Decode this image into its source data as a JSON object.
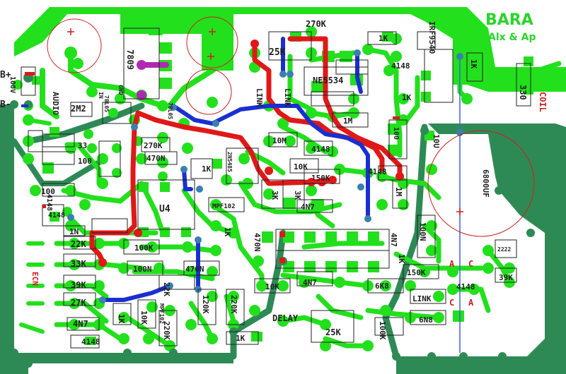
{
  "board": {
    "brand_title": "BARA",
    "brand_subtitle": "Alx & Ap",
    "colors": {
      "copper": "#22e01c",
      "ground_fill": "#2e8a55",
      "red_jumper": "#e01818",
      "blue_jumper": "#1a2fd0",
      "magenta_jumper": "#b02ab0",
      "silk": "#1f1f1f",
      "silk_red": "#cc2020"
    }
  },
  "labels": {
    "b_plus": "B+",
    "b_minus": "B-",
    "audio": "AUDIO",
    "q_100v": "100V",
    "r_2m2": "2M2",
    "r_33": "33",
    "r_100a": "100",
    "r_100b": "100",
    "c_1n": "1N",
    "r_22k_a": "22K",
    "r_33k": "33K",
    "r_39k": "39K",
    "r_27k": "27K",
    "c_4n7_a": "4N7",
    "d_4148_a": "4148",
    "d_4148_b": "4148",
    "ic_7809": "7809",
    "ic_78l05_a": "78L05",
    "ic_78l05_b": "78L05",
    "r_270k_a": "270K",
    "c_470n_a": "470N",
    "r_1k_a": "1K",
    "ic_u4": "U4",
    "r_100k_a": "100K",
    "c_100n_a": "100N",
    "c_470n_b": "470N",
    "r_1k_b": "1K",
    "r_10k_a": "10K",
    "ic_mpf102_a": "MPF102",
    "r_220k": "220K",
    "r_120k": "120K",
    "r_220k_b": "220K",
    "q_2n5485": "2N5485",
    "ic_mpf102_b": "MPF102",
    "r_1k_c": "1K",
    "r_270k_b": "270K",
    "pot_25k_a": "25K",
    "link_a": "LINK",
    "link_b": "LINK",
    "ic_ne5534": "NE5534",
    "r_1k_d": "1K",
    "q_irf9540": "IRF9540",
    "r_1k_e": "1K",
    "d_4148_c": "4148",
    "r_1k_f": "1K",
    "r_330": "330",
    "coil": "COIL",
    "c_100_b": "100",
    "r_1m_a": "1M",
    "r_10m": "10M",
    "d_4148_d": "4148",
    "r_10k_b": "10K",
    "r_3k_a": "3K",
    "r_3k_b": "3K",
    "r_150k_a": "150K",
    "d_4148_e": "4148",
    "c_4n7_b": "4N7",
    "r_1m_b": "1M",
    "c_10u": "10U",
    "c_6800uf": "6800UF",
    "c_100n_b": "100N",
    "c_4n7_c": "4N7",
    "r_150k_b": "150K",
    "d_4148_f": "4148",
    "r_39k_b": "39K",
    "c_470n_c": "470N",
    "c_4n7_d": "4N7",
    "r_6k8": "6K8",
    "link_c": "LINK",
    "c_6n8": "6N8",
    "delay": "DELAY",
    "pot_25k_b": "25K",
    "r_100k_b": "100K",
    "r_1k_g": "1K",
    "r_10k_c": "10K",
    "r_22k_b": "22K",
    "c_2222": "2222",
    "ac_a": "A",
    "ac_c": "C",
    "ac_c2": "C",
    "ac_a2": "A",
    "gnd": "GND",
    "in": "IN",
    "ecn": "ECN",
    "r_1k_h": "1K",
    "r_4148_g": "4148"
  }
}
